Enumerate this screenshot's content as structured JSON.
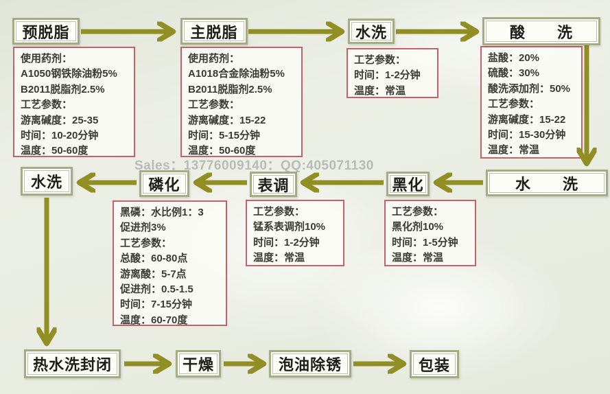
{
  "title": "金属表面处理（磷化发黑）工艺流程图",
  "watermark": {
    "text": "Sales：13776009140：QQ:405071130"
  },
  "colors": {
    "background": "#e9ece1",
    "arrow": "#918e24",
    "node_border": "#a7ab84",
    "detail_border": "#c2636b",
    "text": "#1d1d1a"
  },
  "nodes": {
    "pre_degrease": {
      "label": "预脱脂"
    },
    "main_degrease": {
      "label": "主脱脂"
    },
    "water_wash_top": {
      "label": "水洗"
    },
    "acid_wash": {
      "label": "酸　　洗"
    },
    "water_wash_right": {
      "label": "水　　洗"
    },
    "blackening": {
      "label": "黑化"
    },
    "surface_conditioning": {
      "label": "表调"
    },
    "phosphating": {
      "label": "磷化"
    },
    "water_wash_left": {
      "label": "水洗"
    },
    "hot_water_seal": {
      "label": "热水洗封闭"
    },
    "drying": {
      "label": "干燥"
    },
    "oil_dip_derust": {
      "label": "泡油除锈"
    },
    "packaging": {
      "label": "包装"
    }
  },
  "details": {
    "pre_degrease": {
      "lines": [
        "使用药剂：",
        "A1050钢铁除油粉5%",
        "B2011脱脂剂2.5%",
        "工艺参数：",
        "游离碱度：25-35",
        "时间：10-20分钟",
        "温度：50-60度"
      ]
    },
    "main_degrease": {
      "lines": [
        "使用药剂：",
        "A1018合金除油粉5%",
        "B2011脱脂剂2.5%",
        "工艺参数：",
        "游离碱度：15-22",
        "时间：5-15分钟",
        "温度：50-60度"
      ]
    },
    "water_wash_top": {
      "lines": [
        "工艺参数：",
        "时间：1-2分钟",
        "温度：常温"
      ]
    },
    "acid_wash": {
      "lines": [
        "盐酸：20%",
        "硫酸：30%",
        "酸洗添加剂：50%",
        "工艺参数：",
        "游离碱度：15-22",
        "时间：15-30分钟",
        "温度：常温"
      ]
    },
    "phosphating": {
      "lines": [
        "黑磷：水比例1：3",
        "促进剂3%",
        "工艺参数：",
        "总酸：60-80点",
        "游离酸：5-7点",
        "促进剂：0.5-1.5",
        "时间：7-15分钟",
        "温度：60-70度"
      ]
    },
    "surface_conditioning": {
      "lines": [
        "工艺参数：",
        "锰系表调剂10%",
        "时间：1-2分钟",
        "温度：常温"
      ]
    },
    "blackening": {
      "lines": [
        "工艺参数：",
        "黑化剂10%",
        "时间：1-5分钟",
        "温度：常温"
      ]
    }
  }
}
